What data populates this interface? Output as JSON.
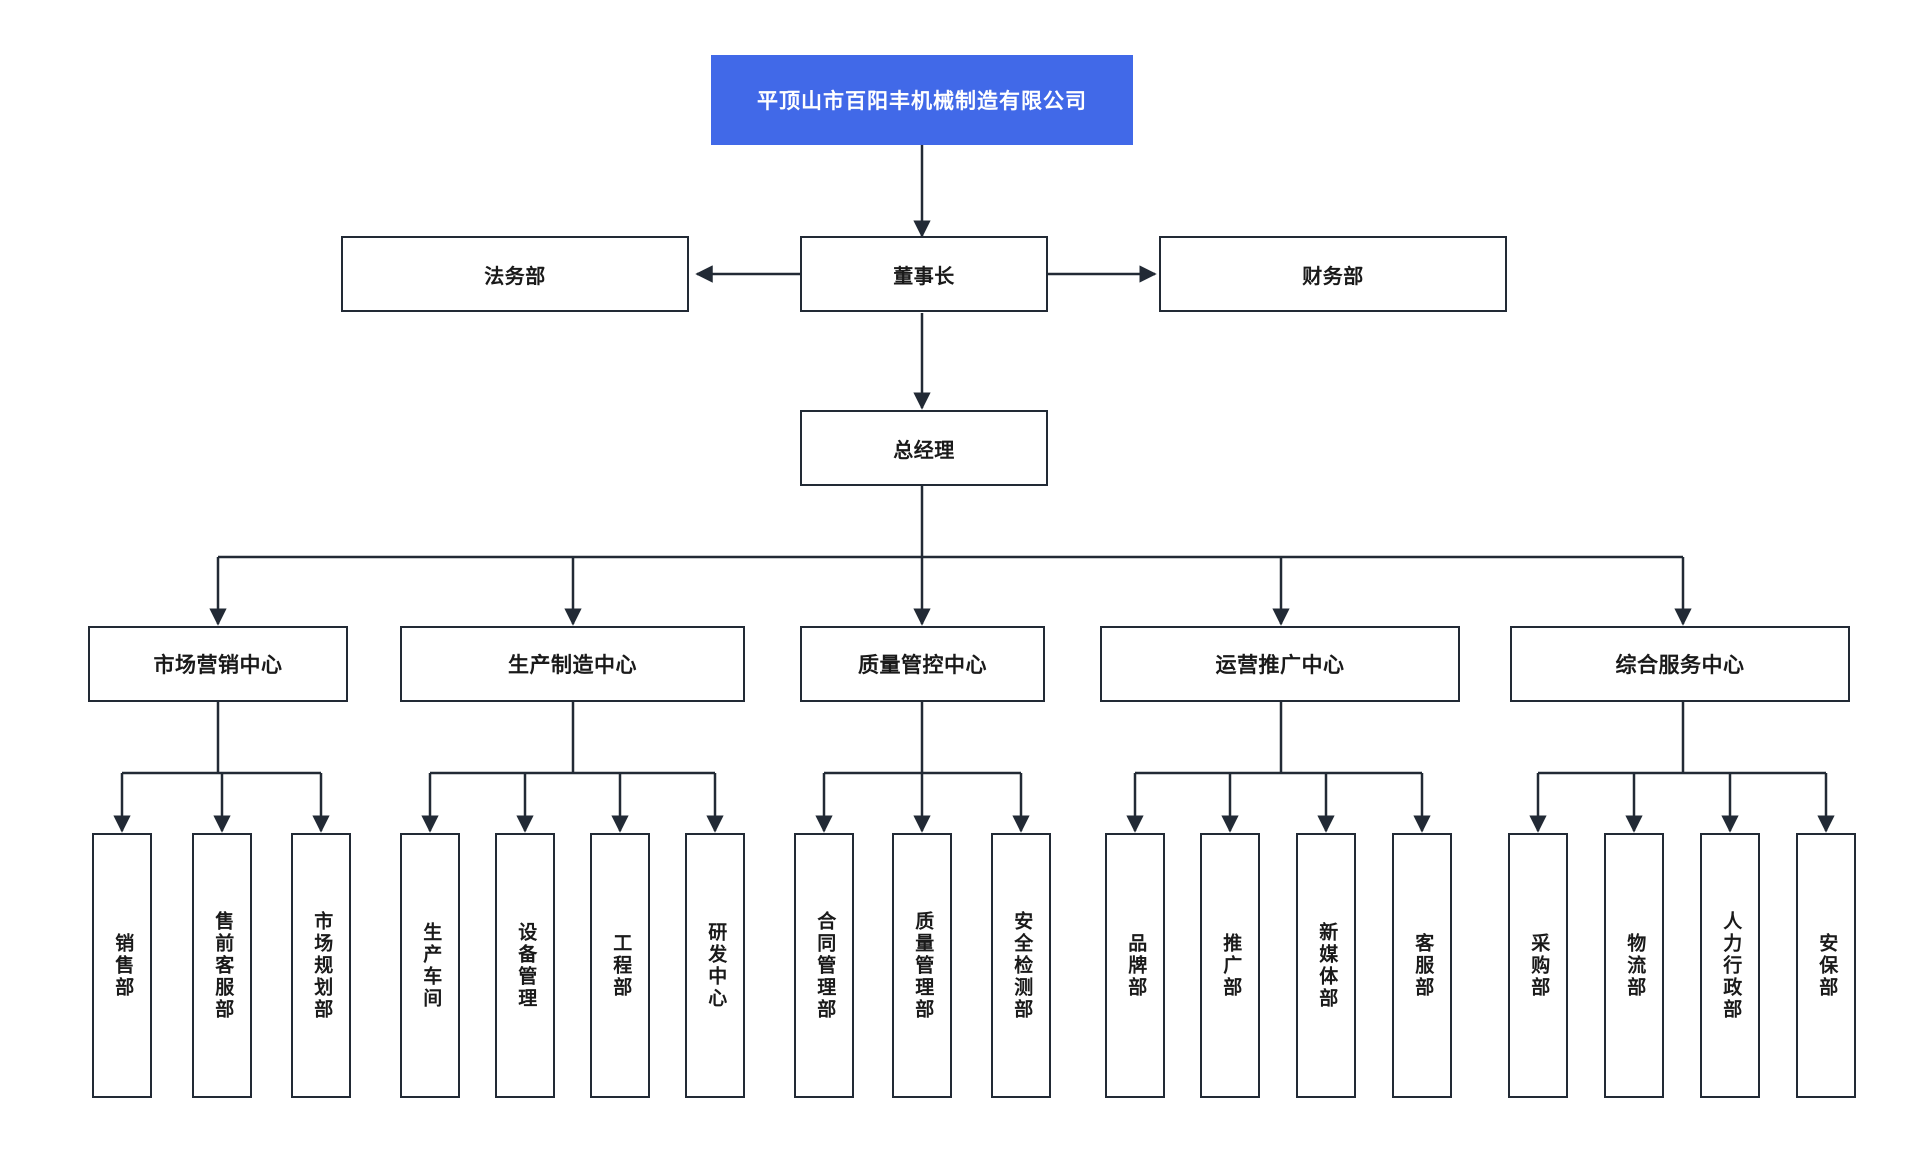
{
  "diagram": {
    "type": "organization-chart",
    "title": "平顶山市百阳丰机械制造有限公司",
    "accent_color": "#4169e8",
    "line_color": "#222a35",
    "background_color": "#ffffff"
  },
  "root": {
    "label": "平顶山市百阳丰机械制造有限公司"
  },
  "executive": {
    "chairman": "董事长",
    "legal": "法务部",
    "finance": "财务部",
    "general_manager": "总经理"
  },
  "centers": [
    {
      "label": "市场营销中心",
      "departments": [
        "销售部",
        "售前客服部",
        "市场规划部"
      ]
    },
    {
      "label": "生产制造中心",
      "departments": [
        "生产车间",
        "设备管理",
        "工程部",
        "研发中心"
      ]
    },
    {
      "label": "质量管控中心",
      "departments": [
        "合同管理部",
        "质量管理部",
        "安全检测部"
      ]
    },
    {
      "label": "运营推广中心",
      "departments": [
        "品牌部",
        "推广部",
        "新媒体部",
        "客服部"
      ]
    },
    {
      "label": "综合服务中心",
      "departments": [
        "采购部",
        "物流部",
        "人力行政部",
        "安保部"
      ]
    }
  ]
}
